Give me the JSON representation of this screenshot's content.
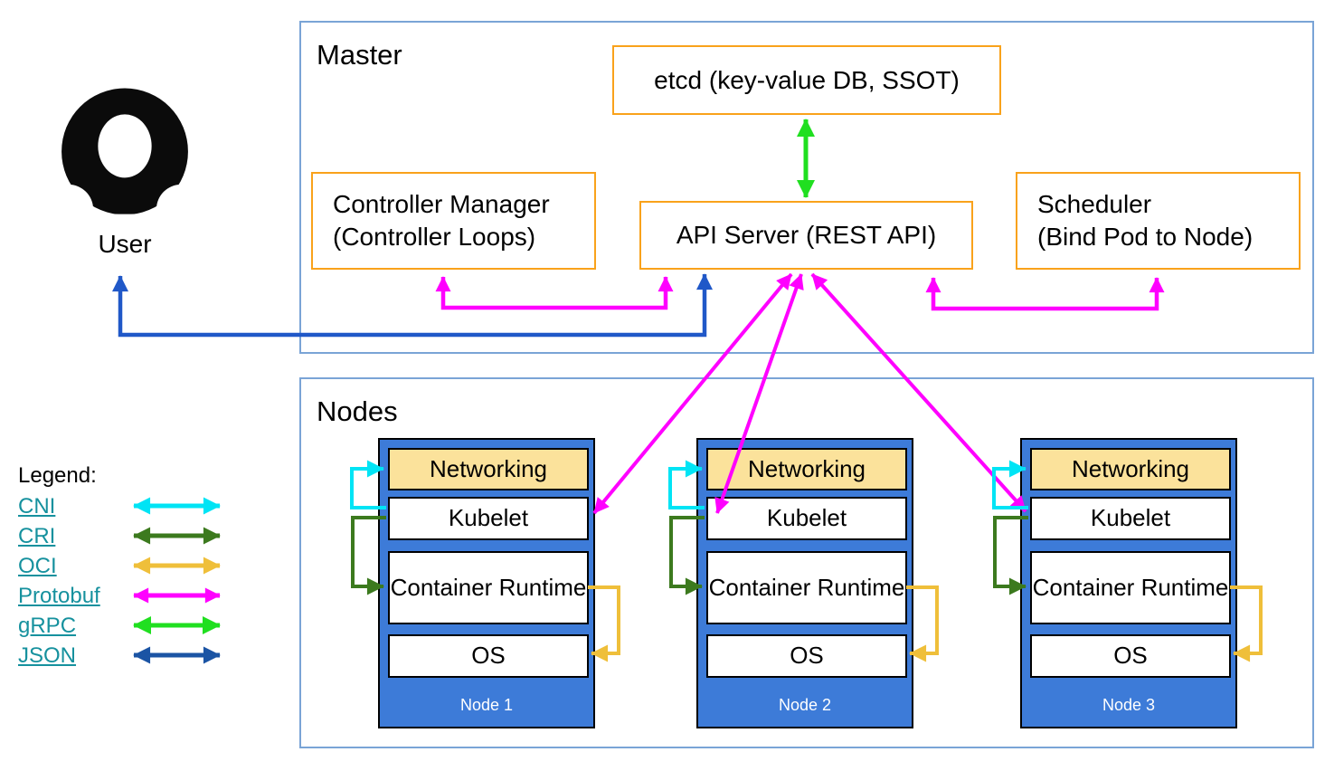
{
  "user": {
    "label": "User"
  },
  "master": {
    "title": "Master",
    "etcd_label": "etcd (key-value DB, SSOT)",
    "api_server_label": "API Server (REST API)",
    "controller_manager": {
      "line1": "Controller Manager",
      "line2": "(Controller Loops)"
    },
    "scheduler": {
      "line1": "Scheduler",
      "line2": "(Bind Pod to Node)"
    }
  },
  "nodes_section": {
    "title": "Nodes",
    "nodes": [
      {
        "name": "Node 1",
        "layers": {
          "networking": "Networking",
          "kubelet": "Kubelet",
          "container_runtime": "Container Runtime",
          "os": "OS"
        }
      },
      {
        "name": "Node 2",
        "layers": {
          "networking": "Networking",
          "kubelet": "Kubelet",
          "container_runtime": "Container Runtime",
          "os": "OS"
        }
      },
      {
        "name": "Node 3",
        "layers": {
          "networking": "Networking",
          "kubelet": "Kubelet",
          "container_runtime": "Container Runtime",
          "os": "OS"
        }
      }
    ]
  },
  "legend": {
    "title": "Legend:",
    "items": [
      {
        "label": "CNI",
        "color": "#00e4f5"
      },
      {
        "label": "CRI",
        "color": "#3c7a1e"
      },
      {
        "label": "OCI",
        "color": "#efbf3a"
      },
      {
        "label": "Protobuf",
        "color": "#ff00ff"
      },
      {
        "label": "gRPC",
        "color": "#20df20"
      },
      {
        "label": "JSON",
        "color": "#1b54a4"
      }
    ]
  },
  "colors": {
    "section_border": "#7aa4d6",
    "component_border": "#f9a21b",
    "node_fill": "#3d7bd8",
    "networking_fill": "#fbe29b",
    "user_api_connector_blue": "#2058c8",
    "legend_text": "#16919e"
  }
}
